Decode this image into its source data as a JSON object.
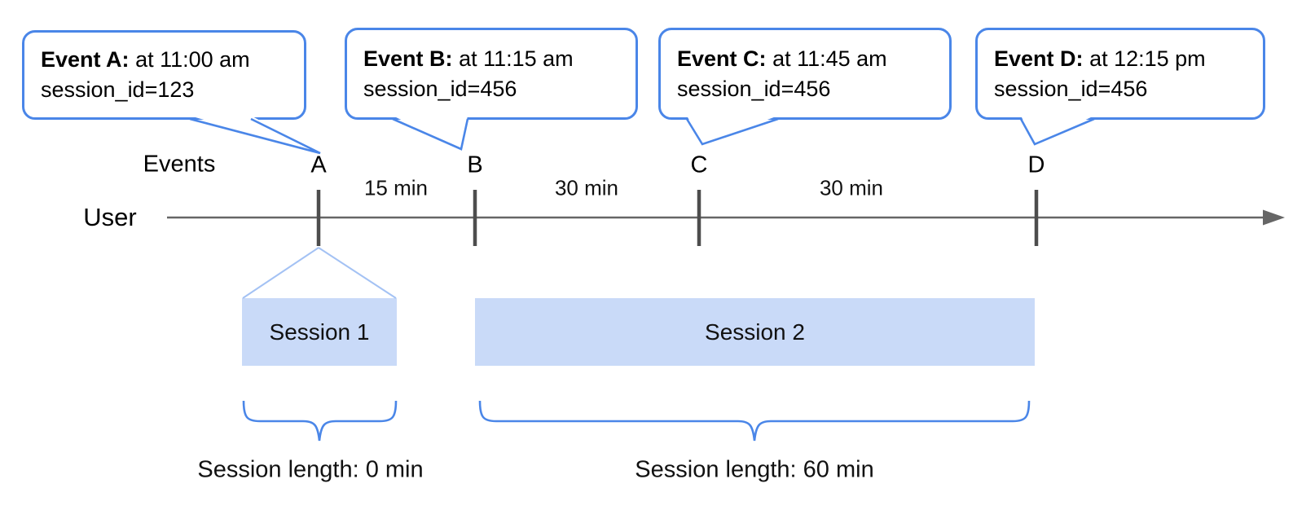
{
  "diagram": {
    "description_type": "event-sessionization-timeline",
    "timeline": {
      "user_label": "User",
      "events_header": "Events"
    },
    "events": [
      {
        "label": "A",
        "callout_title": "Event A:",
        "callout_time": "at 11:00 am",
        "callout_session": "session_id=123"
      },
      {
        "label": "B",
        "callout_title": "Event B:",
        "callout_time": "at 11:15 am",
        "callout_session": "session_id=456"
      },
      {
        "label": "C",
        "callout_title": "Event C:",
        "callout_time": "at 11:45 am",
        "callout_session": "session_id=456"
      },
      {
        "label": "D",
        "callout_title": "Event D:",
        "callout_time": "at 12:15 pm",
        "callout_session": "session_id=456"
      }
    ],
    "intervals": [
      {
        "label": "15 min",
        "between": "A-B"
      },
      {
        "label": "30 min",
        "between": "B-C"
      },
      {
        "label": "30 min",
        "between": "C-D"
      }
    ],
    "sessions": [
      {
        "label": "Session 1",
        "length_label": "Session length: 0 min"
      },
      {
        "label": "Session 2",
        "length_label": "Session length: 60 min"
      }
    ],
    "colors": {
      "callout_border_blue": "#4a86e8",
      "brace_blue": "#4a86e8",
      "session_fill": "#c9daf8",
      "funnel_light_blue": "#a4c2f4",
      "timeline_gray": "#666666",
      "tick_gray": "#4d4d4d",
      "text": "#000000"
    }
  }
}
